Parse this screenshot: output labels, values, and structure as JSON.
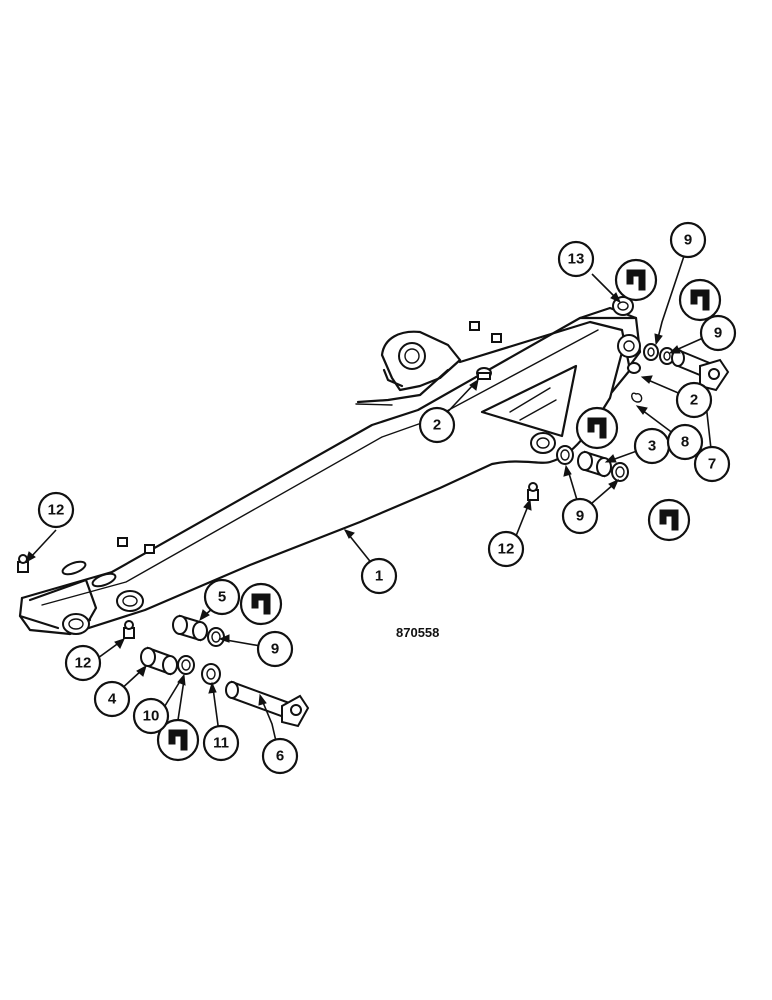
{
  "drawing_number": "870558",
  "callouts": [
    {
      "id": "c1",
      "label": "1"
    },
    {
      "id": "c2a",
      "label": "2"
    },
    {
      "id": "c2b",
      "label": "2"
    },
    {
      "id": "c3",
      "label": "3"
    },
    {
      "id": "c4",
      "label": "4"
    },
    {
      "id": "c5",
      "label": "5"
    },
    {
      "id": "c6",
      "label": "6"
    },
    {
      "id": "c7",
      "label": "7"
    },
    {
      "id": "c8",
      "label": "8"
    },
    {
      "id": "c9a",
      "label": "9"
    },
    {
      "id": "c9b",
      "label": "9"
    },
    {
      "id": "c9c",
      "label": "9"
    },
    {
      "id": "c9d",
      "label": "9"
    },
    {
      "id": "c10",
      "label": "10"
    },
    {
      "id": "c11",
      "label": "11"
    },
    {
      "id": "c12a",
      "label": "12"
    },
    {
      "id": "c12b",
      "label": "12"
    },
    {
      "id": "c12c",
      "label": "12"
    },
    {
      "id": "c13",
      "label": "13"
    }
  ],
  "symbols": [
    {
      "id": "s1",
      "icon": "seal-symbol-icon"
    },
    {
      "id": "s2",
      "icon": "seal-symbol-icon"
    },
    {
      "id": "s3",
      "icon": "seal-symbol-icon"
    },
    {
      "id": "s4",
      "icon": "seal-symbol-icon"
    },
    {
      "id": "s5",
      "icon": "seal-symbol-icon"
    },
    {
      "id": "s6",
      "icon": "seal-symbol-icon"
    }
  ]
}
